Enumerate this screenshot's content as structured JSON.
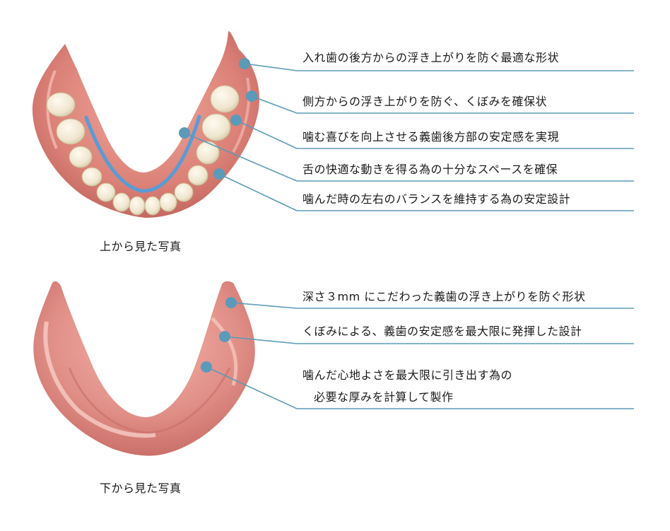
{
  "top_figure": {
    "caption": "上から見た写真",
    "annotations": [
      "入れ歯の後方からの浮き上がりを防ぐ最適な形状",
      "側方からの浮き上がりを防ぐ、くぼみを確保状",
      "噛む喜びを向上させる義歯後方部の安定感を実現",
      "舌の快適な動きを得る為の十分なスペースを確保",
      "噛んだ時の左右のバランスを維持する為の安定設計"
    ]
  },
  "bottom_figure": {
    "caption": "下から見た写真",
    "annotations": [
      "深さ３mm にこだわった義歯の浮き上がりを防ぐ形状",
      "くぼみによる、義歯の安定感を最大限に発揮した設計",
      "噛んだ心地よさを最大限に引き出す為の",
      "必要な厚みを計算して製作"
    ]
  },
  "colors": {
    "leader_line": "#5b9ab8",
    "marker_dot": "#5b9ab8",
    "tongue_line": "#5a9bd5",
    "gum": "#d9837c",
    "tooth": "#f3ecd8"
  }
}
